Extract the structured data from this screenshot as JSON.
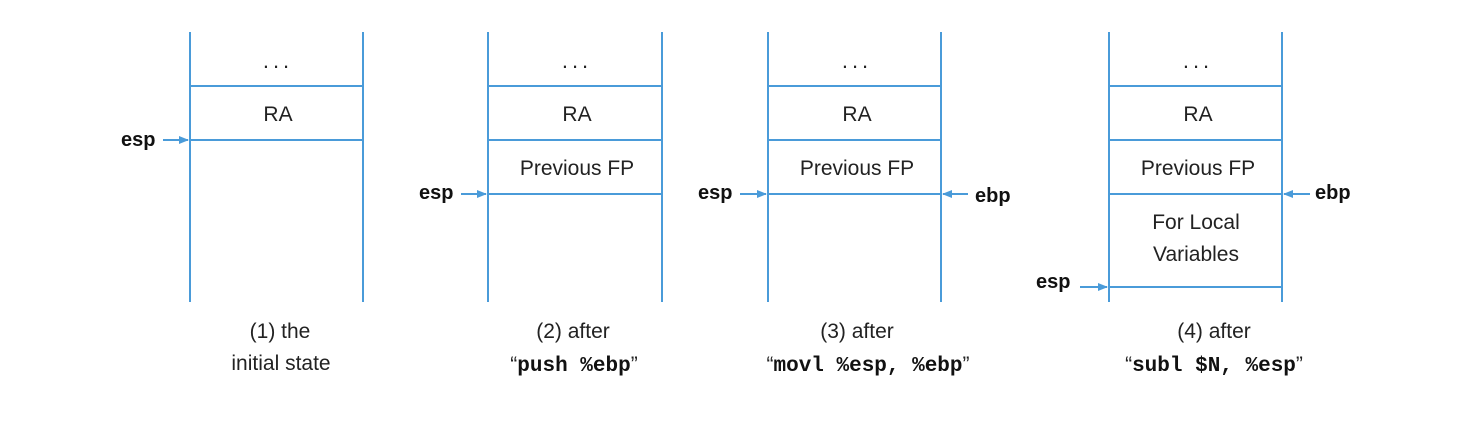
{
  "diagrams": [
    {
      "cells": [
        "...",
        "RA"
      ],
      "left_label": "esp",
      "right_label": "",
      "caption_line1": "(1) the",
      "caption_line2": "initial state",
      "caption_code": ""
    },
    {
      "cells": [
        "...",
        "RA",
        "Previous FP"
      ],
      "left_label": "esp",
      "right_label": "",
      "caption_line1": "(2) after",
      "caption_line2": "",
      "caption_code": "push %ebp"
    },
    {
      "cells": [
        "...",
        "RA",
        "Previous FP"
      ],
      "left_label": "esp",
      "right_label": "ebp",
      "caption_line1": "(3) after",
      "caption_line2": "",
      "caption_code": "movl %esp, %ebp"
    },
    {
      "cells": [
        "...",
        "RA",
        "Previous FP",
        "For Local Variables"
      ],
      "left_label": "esp",
      "right_label": "ebp",
      "caption_line1": "(4) after",
      "caption_line2": "",
      "caption_code": "subl $N, %esp"
    }
  ],
  "colors": {
    "line": "#4a9bd9",
    "text": "#222222"
  }
}
